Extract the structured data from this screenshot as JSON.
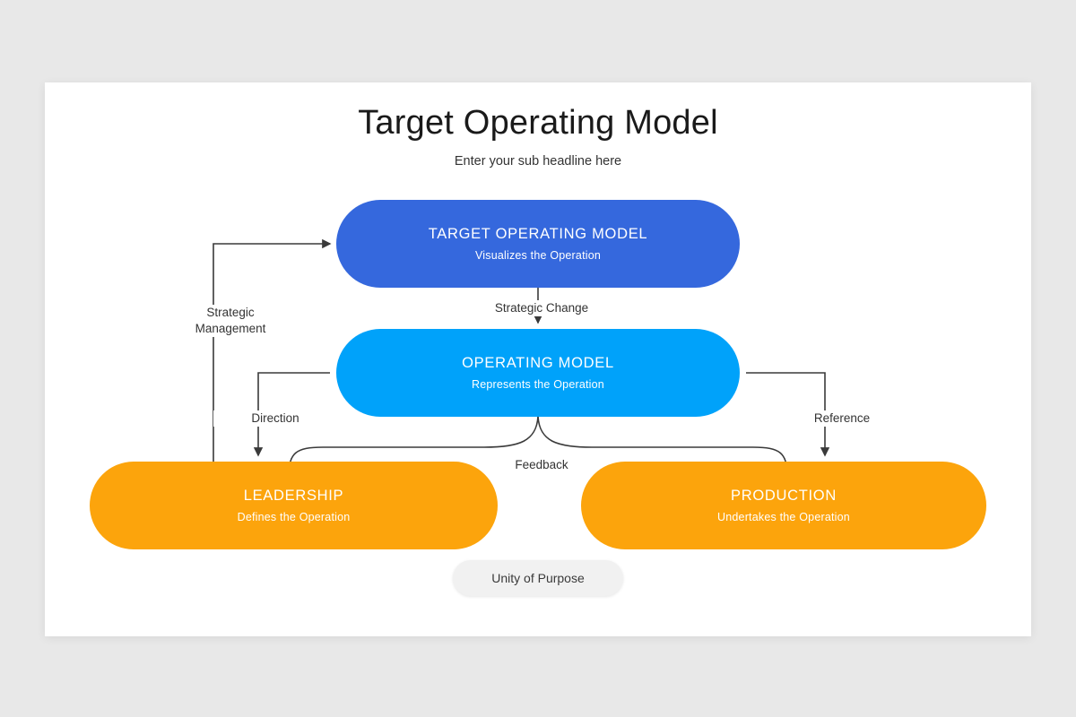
{
  "slide": {
    "title": "Target Operating Model",
    "subtitle": "Enter your sub headline here"
  },
  "colors": {
    "background": "#e8e8e8",
    "card": "#ffffff",
    "blue": "#3568dd",
    "cyan": "#00a2fa",
    "orange": "#fca40c",
    "grey_pill": "#f1f1f1",
    "connector": "#3a3a3a",
    "text_dark": "#1a1a1a"
  },
  "nodes": [
    {
      "id": "target-operating-model",
      "title": "TARGET OPERATING MODEL",
      "subtitle": "Visualizes the Operation",
      "color": "#3568dd"
    },
    {
      "id": "operating-model",
      "title": "OPERATING MODEL",
      "subtitle": "Represents the Operation",
      "color": "#00a2fa"
    },
    {
      "id": "leadership",
      "title": "LEADERSHIP",
      "subtitle": "Defines the Operation",
      "color": "#fca40c"
    },
    {
      "id": "production",
      "title": "PRODUCTION",
      "subtitle": "Undertakes the Operation",
      "color": "#fca40c"
    }
  ],
  "connectors": [
    {
      "id": "strategic-management",
      "label": "Strategic\nManagement",
      "line1": "Strategic",
      "line2": "Management",
      "from": "leadership",
      "to": "target-operating-model"
    },
    {
      "id": "strategic-change",
      "label": "Strategic Change",
      "from": "target-operating-model",
      "to": "operating-model"
    },
    {
      "id": "direction",
      "label": "Direction",
      "from": "operating-model",
      "to": "leadership"
    },
    {
      "id": "reference",
      "label": "Reference",
      "from": "operating-model",
      "to": "production"
    },
    {
      "id": "feedback",
      "label": "Feedback",
      "from": "operating-model",
      "to": "leadership, production"
    }
  ],
  "footer": {
    "unity_label": "Unity of Purpose"
  }
}
